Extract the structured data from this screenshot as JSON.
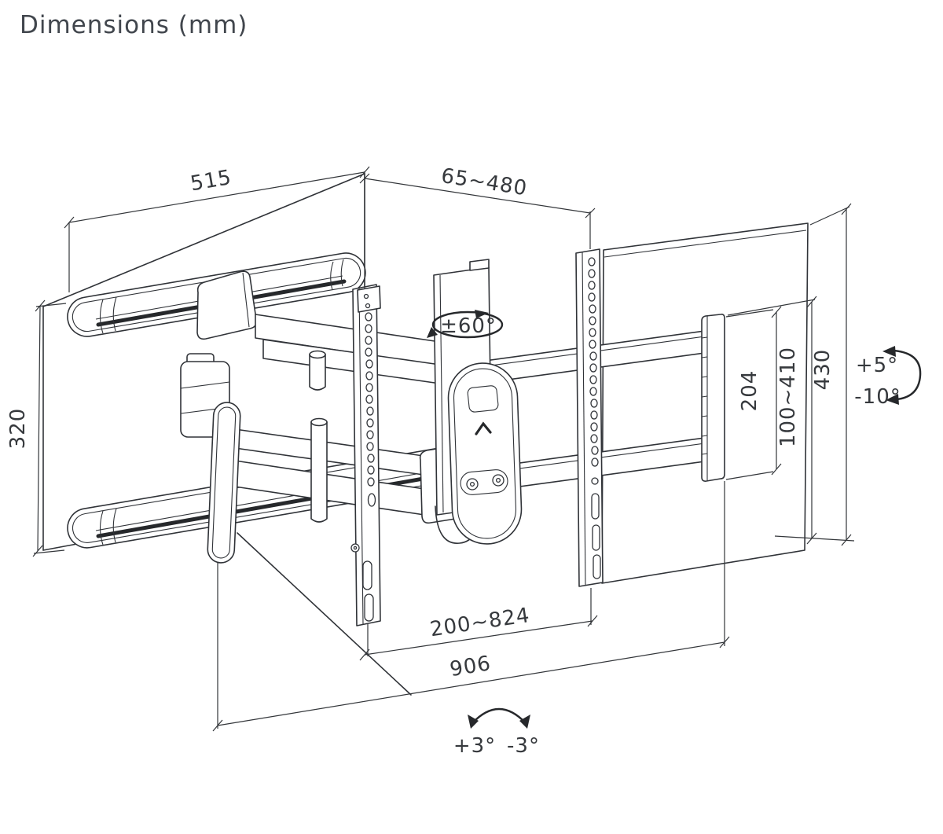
{
  "title": "Dimensions (mm)",
  "diagram": {
    "description": "Isometric line drawing of a full-motion articulating TV wall mount with dimension callouts in millimetres",
    "labels": {
      "wall_plate_width": "515",
      "extension_range": "65~480",
      "wall_plate_height": "320",
      "swivel_range": "±60°",
      "arm_bracket_height": "204",
      "height_adjust_range": "100~410",
      "bracket_height": "430",
      "tilt_up": "+5°",
      "tilt_down": "-10°",
      "rail_span_range": "200~824",
      "total_width": "906",
      "level_adjust_plus": "+3°",
      "level_adjust_minus": "-3°"
    }
  }
}
